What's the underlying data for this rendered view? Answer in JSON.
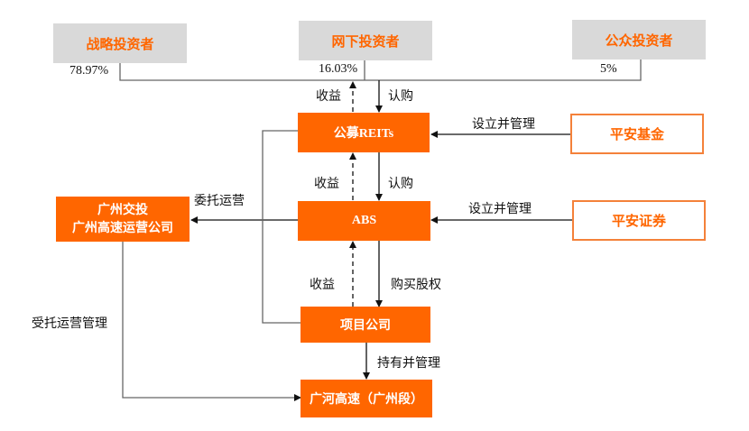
{
  "investors": {
    "strategic": {
      "label": "战略投资者",
      "share": "78.97%"
    },
    "offline": {
      "label": "网下投资者",
      "share": "16.03%"
    },
    "public": {
      "label": "公众投资者",
      "share": "5%"
    }
  },
  "nodes": {
    "reits": "公募REITs",
    "abs": "ABS",
    "project_company": "项目公司",
    "asset": "广河高速（广州段）",
    "operator_line1": "广州交投",
    "operator_line2": "广州高速运营公司",
    "fund_manager": "平安基金",
    "abs_manager": "平安证券"
  },
  "edges": {
    "investors_to_reits_return": "收益",
    "investors_to_reits_subscribe": "认购",
    "abs_to_reits_return": "收益",
    "reits_to_abs_subscribe": "认购",
    "pc_to_abs_return": "收益",
    "abs_to_pc_buy": "购买股权",
    "pc_to_asset": "持有并管理",
    "fund_setup": "设立并管理",
    "securities_setup": "设立并管理",
    "entrust_operation": "委托运营",
    "operator_to_asset": "受托运营管理"
  },
  "colors": {
    "accent": "#ff6600",
    "grey": "#d9d9d9",
    "line": "#555555"
  }
}
